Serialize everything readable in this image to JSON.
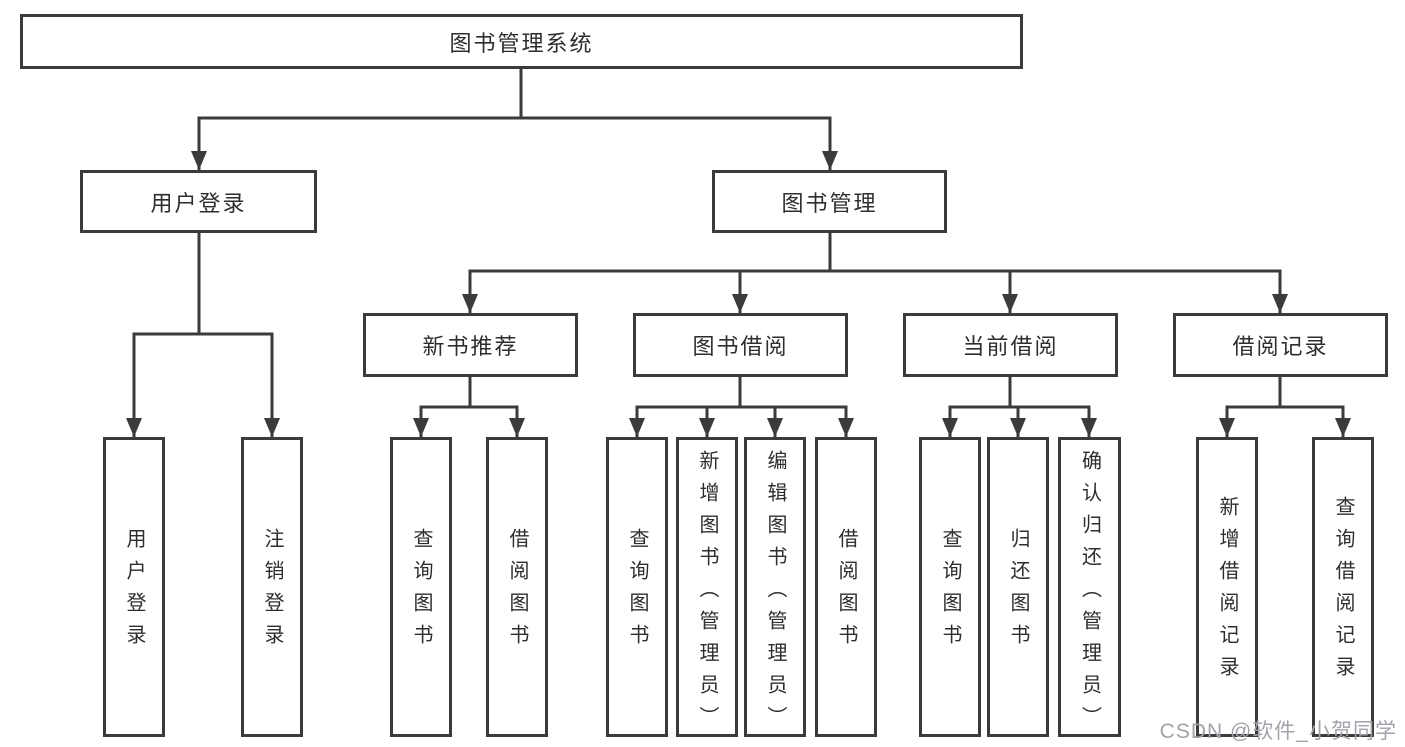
{
  "tree": {
    "root": {
      "label": "图书管理系统",
      "children": [
        {
          "label": "用户登录",
          "children": [
            {
              "label": "用户登录"
            },
            {
              "label": "注销登录"
            }
          ]
        },
        {
          "label": "图书管理",
          "children": [
            {
              "label": "新书推荐",
              "children": [
                {
                  "label": "查询图书"
                },
                {
                  "label": "借阅图书"
                }
              ]
            },
            {
              "label": "图书借阅",
              "children": [
                {
                  "label": "查询图书"
                },
                {
                  "label": "新增图书（管理员）"
                },
                {
                  "label": "编辑图书（管理员）"
                },
                {
                  "label": "借阅图书"
                }
              ]
            },
            {
              "label": "当前借阅",
              "children": [
                {
                  "label": "查询图书"
                },
                {
                  "label": "归还图书"
                },
                {
                  "label": "确认归还（管理员）"
                }
              ]
            },
            {
              "label": "借阅记录",
              "children": [
                {
                  "label": "新增借阅记录"
                },
                {
                  "label": "查询借阅记录"
                }
              ]
            }
          ]
        }
      ]
    }
  },
  "watermark": {
    "text": "CSDN @软件_小贺同学",
    "color": "#a2a3aa"
  },
  "colors": {
    "line": "#3b3b3b",
    "text": "#2e2e2e",
    "box_background": "#ffffff"
  }
}
